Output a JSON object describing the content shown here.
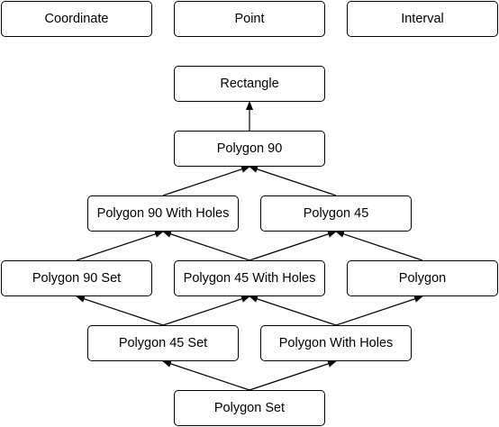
{
  "diagram": {
    "nodes": {
      "coordinate": "Coordinate",
      "point": "Point",
      "interval": "Interval",
      "rectangle": "Rectangle",
      "polygon_90": "Polygon 90",
      "polygon_90_with_holes": "Polygon 90 With Holes",
      "polygon_45": "Polygon 45",
      "polygon_90_set": "Polygon 90 Set",
      "polygon_45_with_holes": "Polygon 45 With Holes",
      "polygon": "Polygon",
      "polygon_45_set": "Polygon 45 Set",
      "polygon_with_holes": "Polygon With Holes",
      "polygon_set": "Polygon Set"
    },
    "edges": [
      {
        "from": "polygon_90",
        "to": "rectangle"
      },
      {
        "from": "polygon_90_with_holes",
        "to": "polygon_90"
      },
      {
        "from": "polygon_45",
        "to": "polygon_90"
      },
      {
        "from": "polygon_90_set",
        "to": "polygon_90_with_holes"
      },
      {
        "from": "polygon_45_with_holes",
        "to": "polygon_90_with_holes"
      },
      {
        "from": "polygon_45_with_holes",
        "to": "polygon_45"
      },
      {
        "from": "polygon",
        "to": "polygon_45"
      },
      {
        "from": "polygon_45_set",
        "to": "polygon_90_set"
      },
      {
        "from": "polygon_45_set",
        "to": "polygon_45_with_holes"
      },
      {
        "from": "polygon_with_holes",
        "to": "polygon_45_with_holes"
      },
      {
        "from": "polygon_with_holes",
        "to": "polygon"
      },
      {
        "from": "polygon_set",
        "to": "polygon_45_set"
      },
      {
        "from": "polygon_set",
        "to": "polygon_with_holes"
      }
    ]
  }
}
